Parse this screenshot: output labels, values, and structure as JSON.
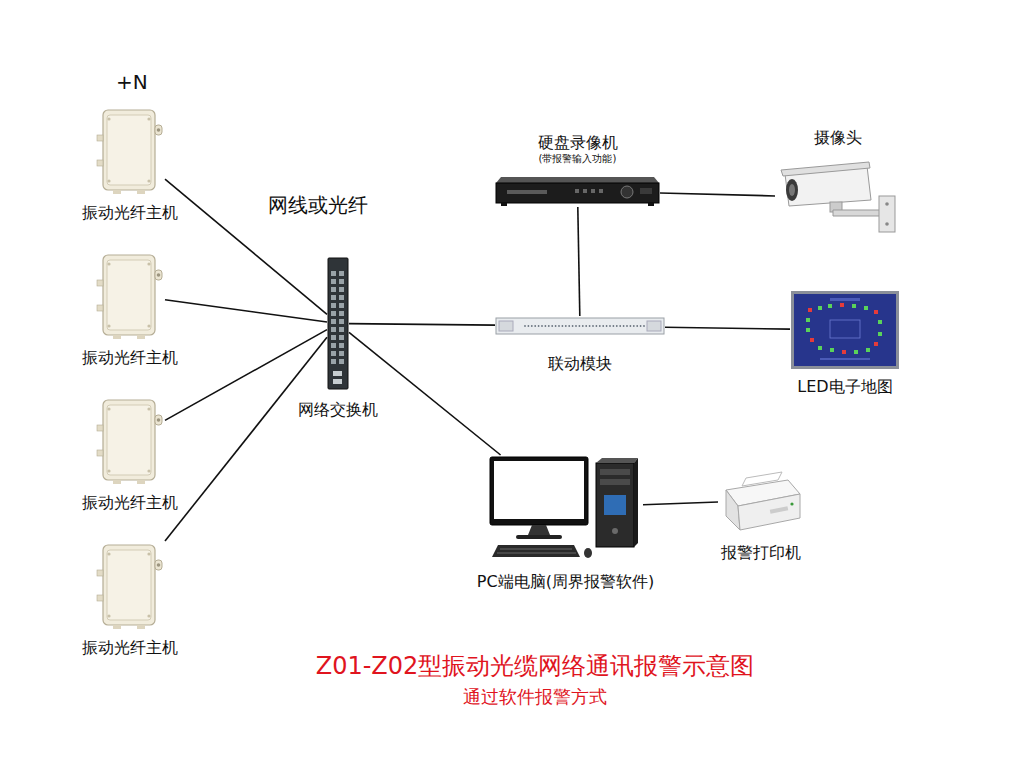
{
  "diagram": {
    "title": "Z01-Z02型振动光缆网络通讯报警示意图",
    "caption": "通过软件报警方式",
    "nodes": [
      {
        "text": [
          "振动光纤主机"
        ]
      },
      {
        "text": [
          "振动光纤主机"
        ]
      },
      {
        "text": [
          "振动光纤主机"
        ]
      },
      {
        "text": [
          "振动光纤主机"
        ]
      },
      {
        "text": [
          "网络交换机"
        ]
      },
      {
        "text": [
          "硬盘录像机",
          "(带报警输入功能)"
        ]
      },
      {
        "text": [
          "摄像头"
        ]
      },
      {
        "text": [
          "联动模块"
        ]
      },
      {
        "text": [
          "LED电子地图"
        ]
      },
      {
        "text": [
          "PC端电脑(周界报警软件)"
        ]
      },
      {
        "text": [
          "报警打印机"
        ]
      }
    ],
    "edges": [
      {
        "from": 0,
        "to": 4,
        "arrow": "none",
        "label": "网线或光纤"
      },
      {
        "from": 1,
        "to": 4,
        "arrow": "none"
      },
      {
        "from": 2,
        "to": 4,
        "arrow": "none"
      },
      {
        "from": 3,
        "to": 4,
        "arrow": "none"
      },
      {
        "from": 4,
        "to": 7,
        "arrow": "none"
      },
      {
        "from": 4,
        "to": 9,
        "arrow": "none"
      },
      {
        "from": 5,
        "to": 7,
        "arrow": "none"
      },
      {
        "from": 5,
        "to": 6,
        "arrow": "none"
      },
      {
        "from": 7,
        "to": 8,
        "arrow": "none"
      },
      {
        "from": 9,
        "to": 10,
        "arrow": "none"
      }
    ],
    "labels": [
      "+N"
    ]
  }
}
